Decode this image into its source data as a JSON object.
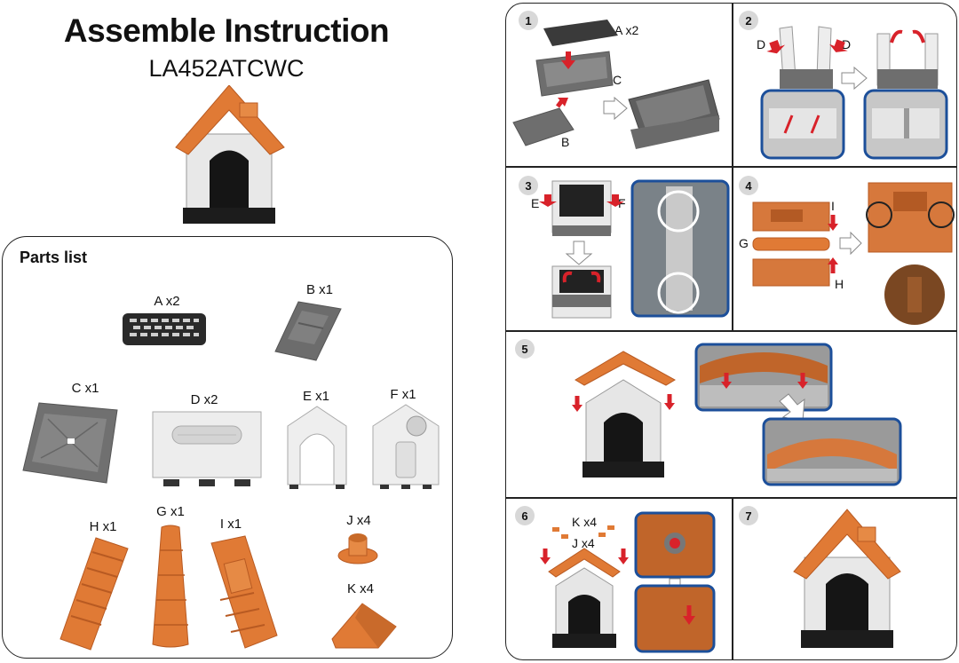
{
  "header": {
    "title": "Assemble Instruction",
    "model": "LA452ATCWC"
  },
  "parts": {
    "title": "Parts list",
    "items": [
      {
        "id": "a",
        "label": "A x2"
      },
      {
        "id": "b",
        "label": "B x1"
      },
      {
        "id": "c",
        "label": "C x1"
      },
      {
        "id": "d",
        "label": "D x2"
      },
      {
        "id": "e",
        "label": "E x1"
      },
      {
        "id": "f",
        "label": "F x1"
      },
      {
        "id": "h",
        "label": "H x1"
      },
      {
        "id": "g",
        "label": "G x1"
      },
      {
        "id": "i",
        "label": "I x1"
      },
      {
        "id": "j",
        "label": "J x4"
      },
      {
        "id": "k",
        "label": "K x4"
      }
    ]
  },
  "steps": [
    {
      "number": "1",
      "labels": [
        "A x2",
        "C",
        "B"
      ]
    },
    {
      "number": "2",
      "labels": [
        "D",
        "D"
      ]
    },
    {
      "number": "3",
      "labels": [
        "E",
        "F"
      ]
    },
    {
      "number": "4",
      "labels": [
        "I",
        "G",
        "H"
      ]
    },
    {
      "number": "5",
      "labels": []
    },
    {
      "number": "6",
      "labels": [
        "K x4",
        "J x4"
      ]
    },
    {
      "number": "7",
      "labels": []
    }
  ],
  "colors": {
    "orange": "#e07a35",
    "grey": "#8a8a8a",
    "light_grey": "#e6e6e6",
    "dark": "#1c1c1c",
    "red": "#d8222a",
    "blue": "#1c4f9a"
  }
}
